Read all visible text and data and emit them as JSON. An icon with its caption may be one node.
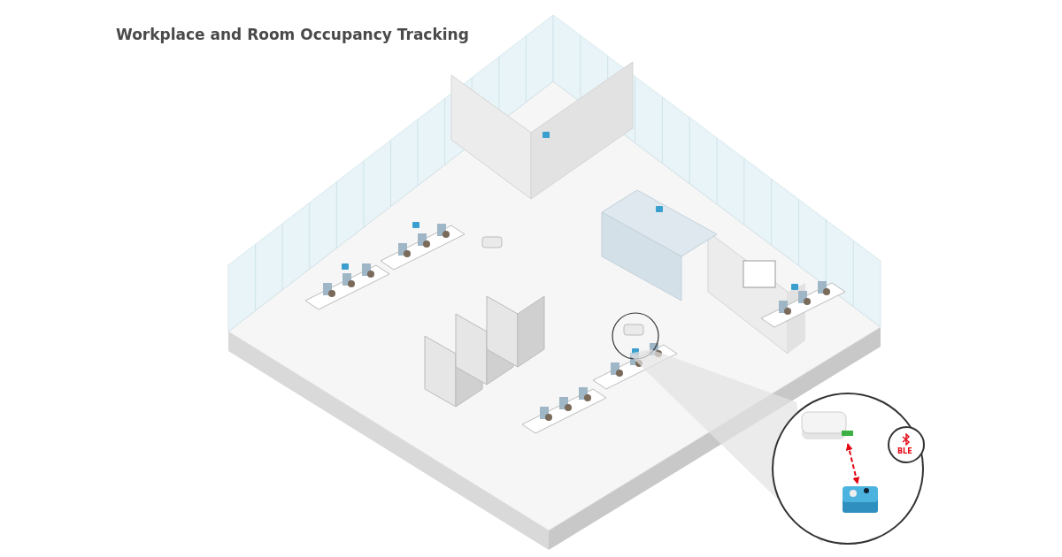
{
  "diagram": {
    "title": "Workplace and Room Occupancy Tracking",
    "nodes": [
      {
        "text": [],
        "shape": "box"
      },
      {
        "text": [],
        "shape": "box"
      },
      {
        "text": [
          "BLE"
        ]
      }
    ],
    "edges": [
      {
        "from": 0,
        "to": 1,
        "arrow": "both",
        "style": "dashed",
        "color": "#e30613"
      }
    ]
  }
}
